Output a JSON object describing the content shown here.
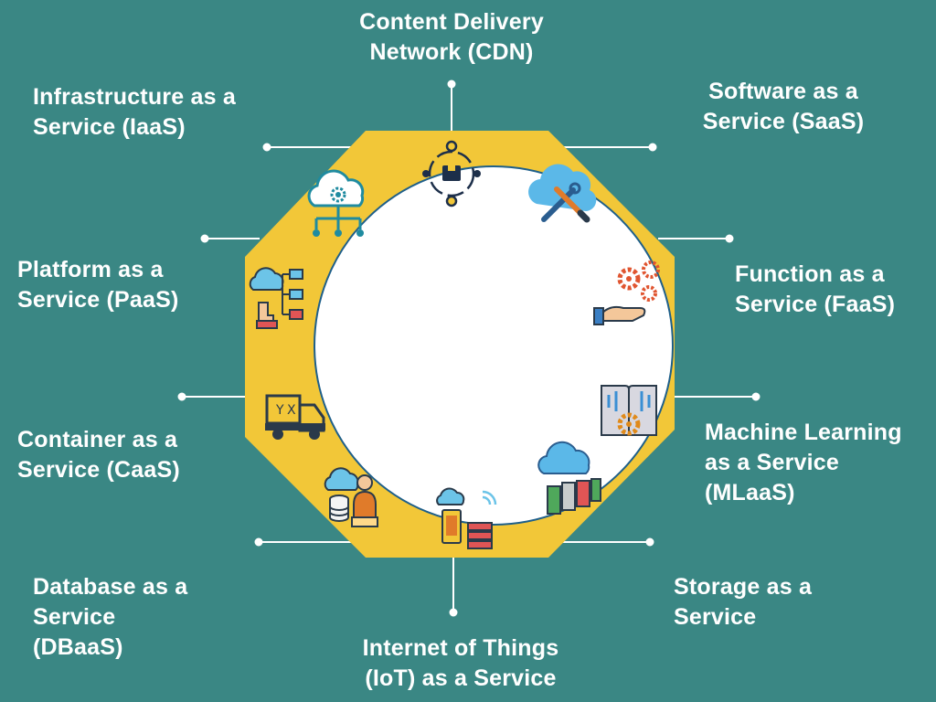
{
  "colors": {
    "background": "#3a8784",
    "octagon": "#f2c738",
    "circle": "#ffffff",
    "connector": "#ffffff"
  },
  "services": {
    "cdn": {
      "line1": "Content Delivery",
      "line2": "Network (CDN)",
      "icon": "cdn-box-network-icon"
    },
    "saas": {
      "line1": "Software as a",
      "line2": "Service (SaaS)",
      "icon": "cloud-tools-icon"
    },
    "iaas": {
      "line1": "Infrastructure as a",
      "line2": "Service (IaaS)",
      "icon": "cloud-gear-network-icon"
    },
    "paas": {
      "line1": "Platform as a",
      "line2": "Service (PaaS)",
      "icon": "cloud-hand-flowchart-icon"
    },
    "faas": {
      "line1": "Function as a",
      "line2": "Service (FaaS)",
      "icon": "hand-gears-icon"
    },
    "caas": {
      "line1": "Container as a",
      "line2": "Service (CaaS)",
      "icon": "container-truck-icon"
    },
    "mlaas": {
      "line1": "Machine Learning",
      "line2": "as a Service",
      "line3": "(MLaaS)",
      "icon": "book-circuit-gear-icon"
    },
    "dbaas": {
      "line1": "Database as a",
      "line2": "Service",
      "line3": "(DBaaS)",
      "icon": "person-database-cloud-icon"
    },
    "iot": {
      "line1": "Internet of Things",
      "line2": "(IoT) as a Service",
      "icon": "phone-cloud-server-icon"
    },
    "staas": {
      "line1": "Storage as a",
      "line2": "Service",
      "icon": "cloud-storage-servers-icon"
    }
  }
}
